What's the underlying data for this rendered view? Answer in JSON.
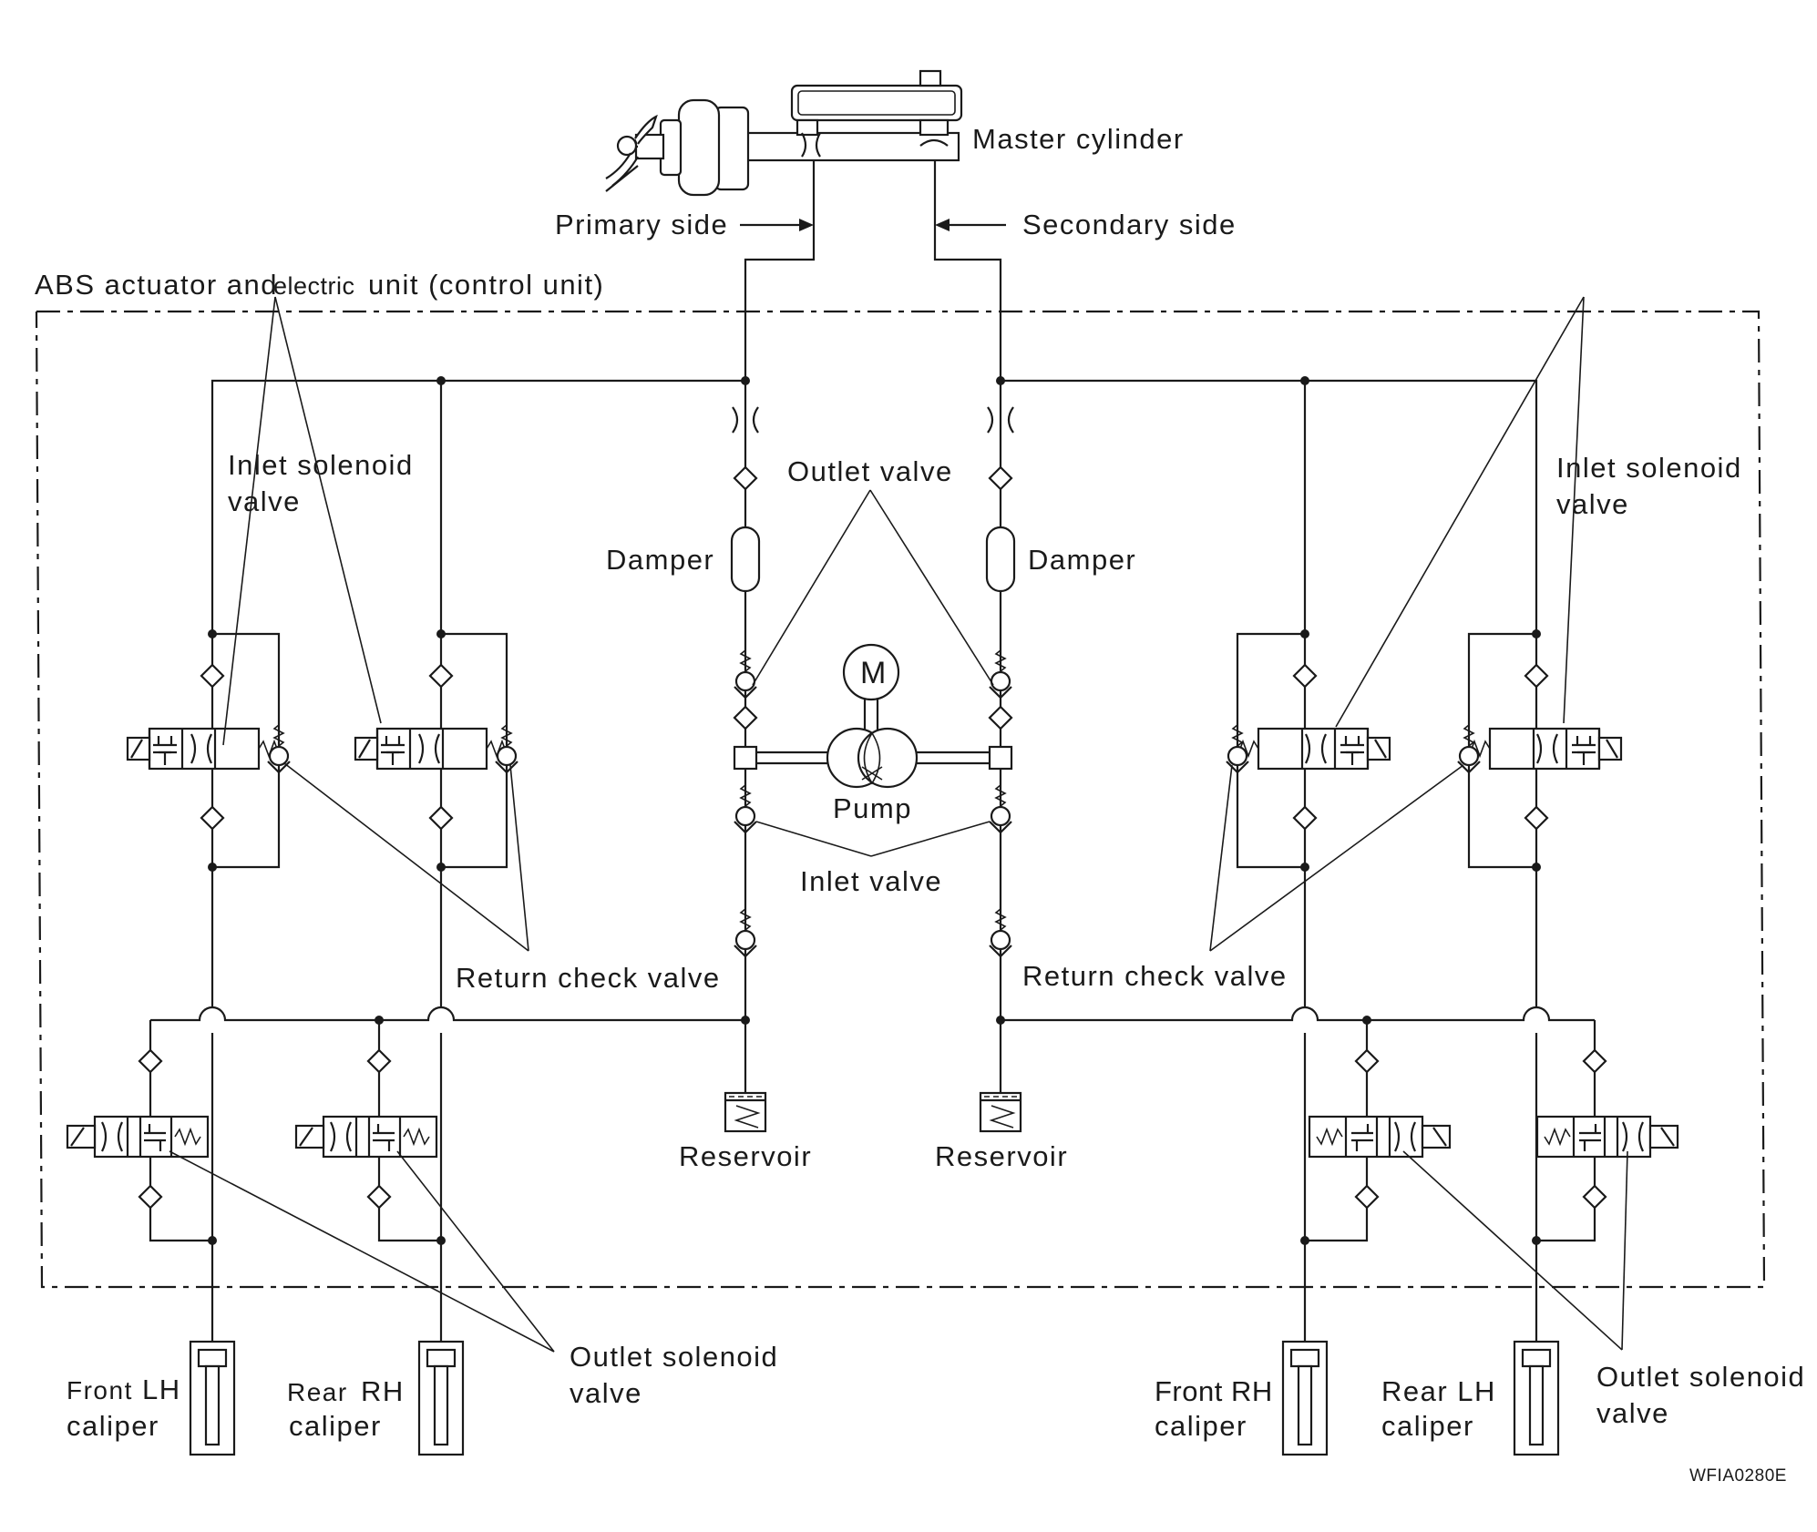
{
  "labels": {
    "master_cylinder": "Master cylinder",
    "primary_side": "Primary side",
    "secondary_side": "Secondary side",
    "abs_unit_a": "ABS actuator and",
    "abs_unit_b": "electric",
    "abs_unit_c": "unit (control unit)",
    "inlet_solenoid_l1": "Inlet solenoid",
    "inlet_solenoid_l2": "valve",
    "inlet_solenoid_r1": "Inlet solenoid",
    "inlet_solenoid_r2": "valve",
    "outlet_valve": "Outlet valve",
    "damper_left": "Damper",
    "damper_right": "Damper",
    "motor": "M",
    "pump": "Pump",
    "inlet_valve": "Inlet valve",
    "return_check_left": "Return check valve",
    "return_check_right": "Return check valve",
    "reservoir_left": "Reservoir",
    "reservoir_right": "Reservoir",
    "outlet_solenoid_l1": "Outlet solenoid",
    "outlet_solenoid_l2": "valve",
    "outlet_solenoid_r1": "Outlet solenoid",
    "outlet_solenoid_r2": "valve",
    "front_lh_a": "Front",
    "front_lh_b": "LH",
    "front_lh_c": "caliper",
    "rear_rh_a": "Rear",
    "rear_rh_b": "RH",
    "rear_rh_c": "caliper",
    "front_rh_a": "Front RH",
    "front_rh_b": "caliper",
    "rear_lh_a": "Rear LH",
    "rear_lh_b": "caliper",
    "figure_code": "WFIA0280E"
  }
}
